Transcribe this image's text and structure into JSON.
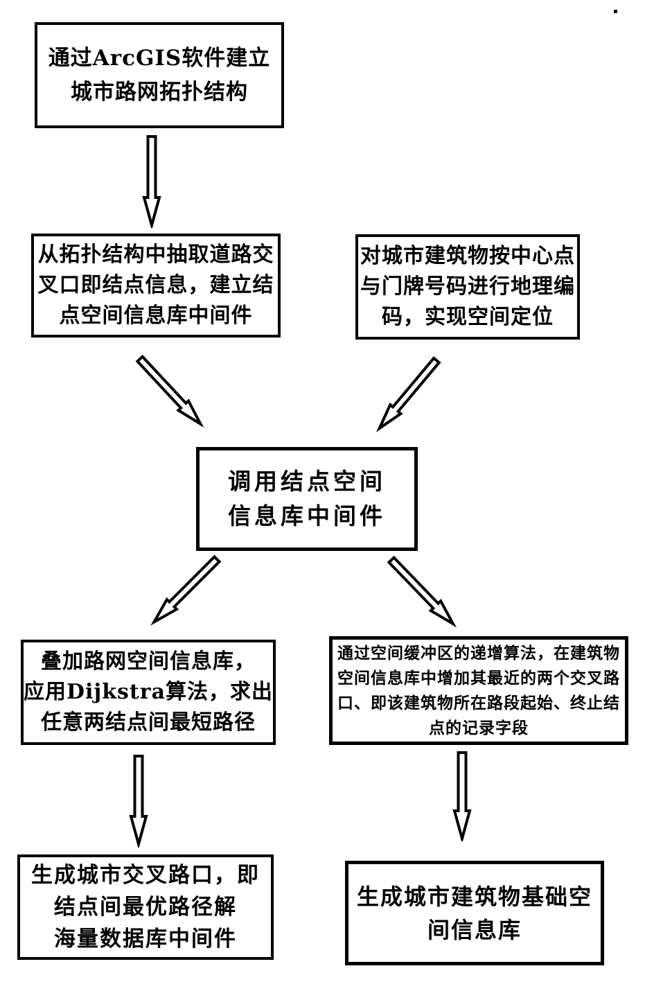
{
  "page": {
    "background_color": "#ffffff",
    "ink_color": "#000000",
    "description_language": "zh"
  },
  "flowchart": {
    "nodes": [
      {
        "id": "build-topology",
        "lines": [
          "通过ArcGIS软件建立",
          "城市路网拓扑结构"
        ]
      },
      {
        "id": "extract-node-info",
        "lines": [
          "从拓扑结构中抽取道路交",
          "叉口即结点信息，建立结",
          "点空间信息库中间件"
        ]
      },
      {
        "id": "geocode-buildings",
        "lines": [
          "对城市建筑物按中心点",
          "与门牌号码进行地理编",
          "码，实现空间定位"
        ]
      },
      {
        "id": "invoke-node-middleware",
        "lines": [
          "调用结点空间",
          "信息库中间件"
        ]
      },
      {
        "id": "dijkstra-shortest-path",
        "lines": [
          "叠加路网空间信息库，",
          "应用Dijkstra算法，求出",
          "任意两结点间最短路径"
        ]
      },
      {
        "id": "buffer-increment-algorithm",
        "lines": [
          "通过空间缓冲区的递增算法，在建筑物",
          "空间信息库中增加其最近的两个交叉路",
          "口、即该建筑物所在路段起始、终止结",
          "点的记录字段"
        ]
      },
      {
        "id": "generate-intersection-db",
        "lines": [
          "生成城市交叉路口，即",
          "结点间最优路径解",
          "海量数据库中间件"
        ]
      },
      {
        "id": "generate-building-db",
        "lines": [
          "生成城市建筑物基础空",
          "间信息库"
        ]
      }
    ],
    "connectors": [
      {
        "from": "build-topology",
        "to": "extract-node-info",
        "style": "hollow-down-arrow"
      },
      {
        "from": "extract-node-info",
        "to": "invoke-node-middleware",
        "style": "hollow-diagonal-arrow"
      },
      {
        "from": "geocode-buildings",
        "to": "invoke-node-middleware",
        "style": "hollow-diagonal-arrow"
      },
      {
        "from": "invoke-node-middleware",
        "to": "dijkstra-shortest-path",
        "style": "hollow-diagonal-arrow"
      },
      {
        "from": "invoke-node-middleware",
        "to": "buffer-increment-algorithm",
        "style": "hollow-diagonal-arrow"
      },
      {
        "from": "dijkstra-shortest-path",
        "to": "generate-intersection-db",
        "style": "hollow-down-arrow"
      },
      {
        "from": "buffer-increment-algorithm",
        "to": "generate-building-db",
        "style": "hollow-down-arrow"
      }
    ],
    "icons": {
      "hollow-down-arrow": "outlined arrow polygon pointing down",
      "hollow-diagonal-arrow": "outlined arrow polygon pointing diagonally"
    }
  }
}
